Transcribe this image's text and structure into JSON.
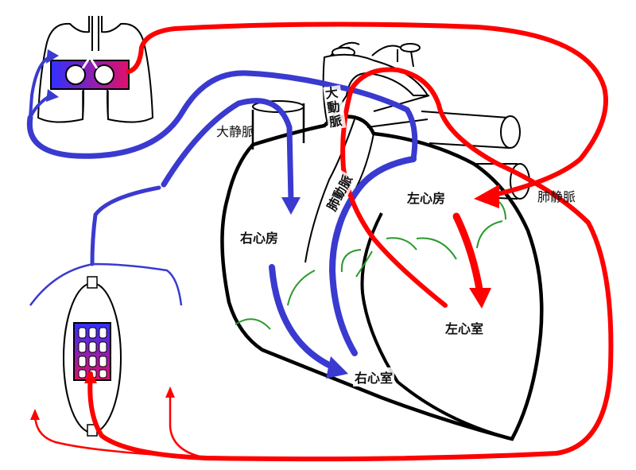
{
  "labels": {
    "superior_vena_cava": "大静脈",
    "aorta": "大動脈",
    "pulmonary_artery": "肺動脈",
    "pulmonary_vein": "肺静脈",
    "right_atrium": "右心房",
    "right_ventricle": "右心室",
    "left_atrium": "左心房",
    "left_ventricle": "左心室"
  },
  "colors": {
    "oxygenated": "#ff0000",
    "deoxygenated": "#3a3ad0",
    "valve": "#2a9a2a",
    "outline": "#000000",
    "exchange_gradient_start": "#3030ff",
    "exchange_gradient_end": "#e0106a"
  }
}
